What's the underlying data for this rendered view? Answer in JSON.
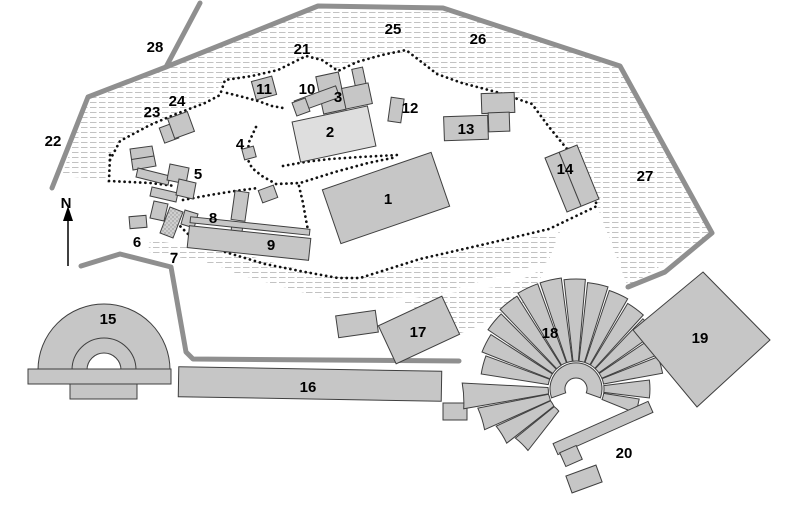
{
  "labels": {
    "l1": "1",
    "l2": "2",
    "l3": "3",
    "l4": "4",
    "l5": "5",
    "l6": "6",
    "l7": "7",
    "l8": "8",
    "l9": "9",
    "l10": "10",
    "l11": "11",
    "l12": "12",
    "l13": "13",
    "l14": "14",
    "l15": "15",
    "l16": "16",
    "l17": "17",
    "l18": "18",
    "l19": "19",
    "l20": "20",
    "l21": "21",
    "l22": "22",
    "l23": "23",
    "l24": "24",
    "l25": "25",
    "l26": "26",
    "l27": "27",
    "l28": "28",
    "north": "N"
  },
  "colors": {
    "building_fill": "#c6c6c6",
    "building_fill_light": "#dedede",
    "building_stroke": "#3f3f3f",
    "wall": "#8f8f8f",
    "dotted_path": "#111111",
    "hatch": "#c2c2c2",
    "background": "#ffffff",
    "label": "#000000"
  }
}
